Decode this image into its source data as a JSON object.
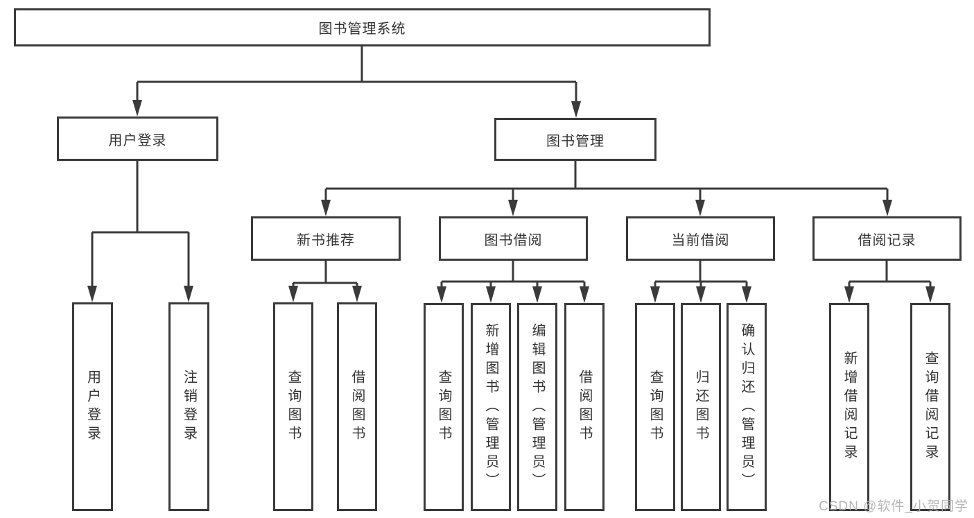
{
  "diagram": {
    "tree": {
      "root": {
        "label": "图书管理系统"
      },
      "level2": [
        {
          "label": "用户登录",
          "children": [
            {
              "label": "用户登录"
            },
            {
              "label": "注销登录"
            }
          ]
        },
        {
          "label": "图书管理",
          "children": [
            {
              "label": "新书推荐",
              "children": [
                {
                  "label": "查询图书"
                },
                {
                  "label": "借阅图书"
                }
              ]
            },
            {
              "label": "图书借阅",
              "children": [
                {
                  "label": "查询图书"
                },
                {
                  "label": "新增图书（管理员）"
                },
                {
                  "label": "编辑图书（管理员）"
                },
                {
                  "label": "借阅图书"
                }
              ]
            },
            {
              "label": "当前借阅",
              "children": [
                {
                  "label": "查询图书"
                },
                {
                  "label": "归还图书"
                },
                {
                  "label": "确认归还（管理员）"
                }
              ]
            },
            {
              "label": "借阅记录",
              "children": [
                {
                  "label": "新增借阅记录"
                },
                {
                  "label": "查询借阅记录"
                }
              ]
            }
          ]
        }
      ]
    }
  },
  "watermark": {
    "text": "CSDN @软件_小贺同学"
  },
  "colors": {
    "line": "#3a3a3a",
    "text": "#333333",
    "box_fill": "#ffffff",
    "watermark": "#b0b0b0",
    "background": "#ffffff"
  }
}
